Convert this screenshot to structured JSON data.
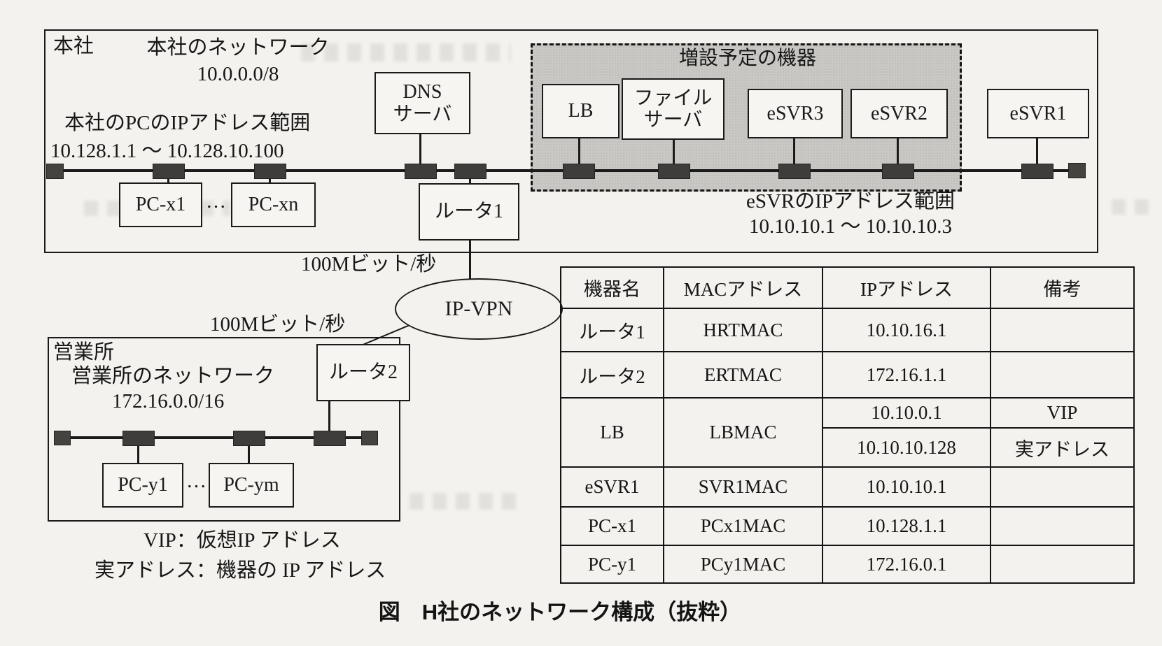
{
  "figure_caption": "図　H社のネットワーク構成（抜粋）",
  "hq": {
    "site_label": "本社",
    "network_label": "本社のネットワーク",
    "network_cidr": "10.0.0.0/8",
    "pc_ip_range_label": "本社のPCのIPアドレス範囲",
    "pc_ip_range": "10.128.1.1 ～ 10.128.10.100",
    "expansion_label": "増設予定の機器",
    "esvr_ip_range_label": "eSVRのIPアドレス範囲",
    "esvr_ip_range": "10.10.10.1 ～ 10.10.10.3",
    "devices": {
      "pc_x1": "PC-x1",
      "pc_ellipsis": "…",
      "pc_xn": "PC-xn",
      "dns_line1": "DNS",
      "dns_line2": "サーバ",
      "router1": "ルータ1",
      "lb": "LB",
      "file_line1": "ファイル",
      "file_line2": "サーバ",
      "esvr3": "eSVR3",
      "esvr2": "eSVR2",
      "esvr1": "eSVR1"
    }
  },
  "wan": {
    "hq_link_speed": "100Mビット/秒",
    "branch_link_speed": "100Mビット/秒",
    "cloud_label": "IP-VPN"
  },
  "branch": {
    "site_label": "営業所",
    "network_label": "営業所のネットワーク",
    "network_cidr": "172.16.0.0/16",
    "devices": {
      "router2": "ルータ2",
      "pc_y1": "PC-y1",
      "pc_ellipsis": "…",
      "pc_ym": "PC-ym"
    }
  },
  "legend": {
    "vip": "VIP：仮想IP アドレス",
    "real_address": "実アドレス：機器の IP アドレス"
  },
  "table": {
    "headers": [
      "機器名",
      "MACアドレス",
      "IPアドレス",
      "備考"
    ],
    "rows": [
      {
        "device": "ルータ1",
        "mac": "HRTMAC",
        "ip": "10.10.16.1",
        "note": ""
      },
      {
        "device": "ルータ2",
        "mac": "ERTMAC",
        "ip": "172.16.1.1",
        "note": ""
      },
      {
        "device": "LB",
        "mac": "LBMAC",
        "ip": "10.10.0.1",
        "note": "VIP",
        "ip2": "10.10.10.128",
        "note2": "実アドレス"
      },
      {
        "device": "eSVR1",
        "mac": "SVR1MAC",
        "ip": "10.10.10.1",
        "note": ""
      },
      {
        "device": "PC-x1",
        "mac": "PCx1MAC",
        "ip": "10.128.1.1",
        "note": ""
      },
      {
        "device": "PC-y1",
        "mac": "PCy1MAC",
        "ip": "172.16.0.1",
        "note": ""
      }
    ]
  }
}
